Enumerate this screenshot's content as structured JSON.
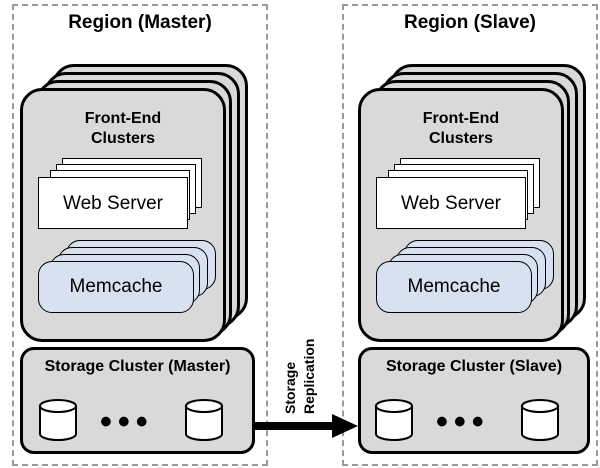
{
  "regions": {
    "master": {
      "title": "Region (Master)",
      "frontend_title_line1": "Front-End",
      "frontend_title_line2": "Clusters",
      "web_server": "Web Server",
      "memcache": "Memcache",
      "storage_title": "Storage Cluster (Master)"
    },
    "slave": {
      "title": "Region (Slave)",
      "frontend_title_line1": "Front-End",
      "frontend_title_line2": "Clusters",
      "web_server": "Web Server",
      "memcache": "Memcache",
      "storage_title": "Storage Cluster (Slave)"
    }
  },
  "replication": {
    "line1": "Storage",
    "line2": "Replication"
  },
  "colors": {
    "cluster_fill": "#d9d9d9",
    "memcache_fill": "#d8e1ef",
    "region_border": "#9a9a9a"
  },
  "icons": {
    "disk": "database-cylinder-icon",
    "arrow": "replication-arrow"
  }
}
